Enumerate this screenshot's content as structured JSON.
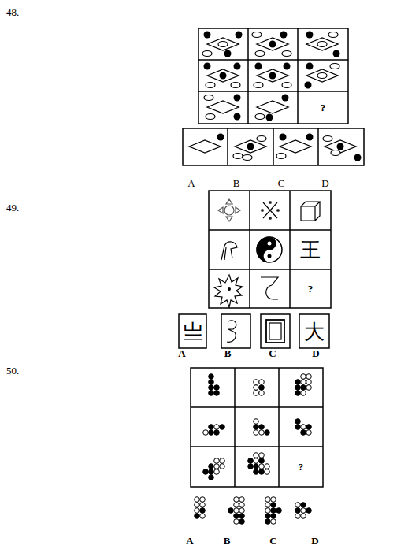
{
  "diagram": {
    "labels": [
      "48.",
      "?",
      "A",
      "B",
      "C",
      "D",
      "49.",
      "王",
      "?",
      "亗",
      "大",
      "A",
      "B",
      "C",
      "D",
      "50.",
      "?",
      "A",
      "B",
      "C",
      "D"
    ]
  }
}
